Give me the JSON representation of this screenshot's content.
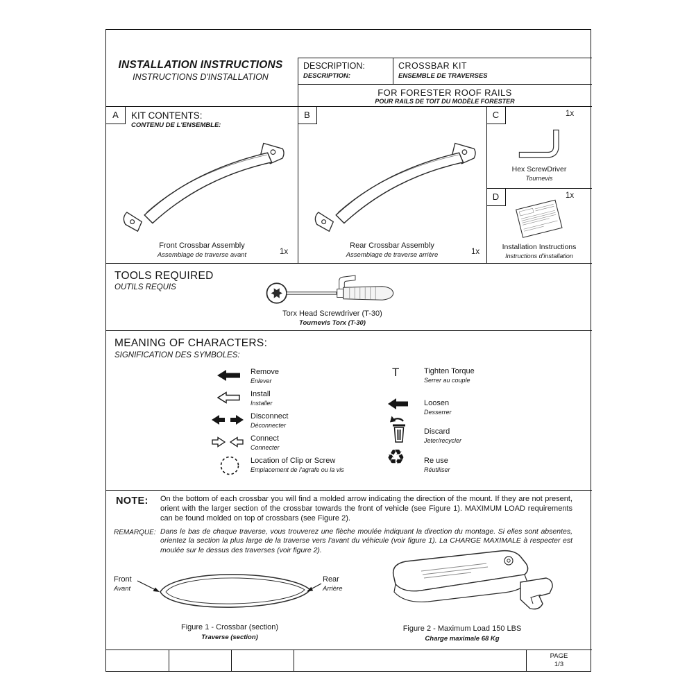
{
  "header": {
    "title_en": "INSTALLATION INSTRUCTIONS",
    "title_fr": "INSTRUCTIONS D'INSTALLATION",
    "description": {
      "label_en": "DESCRIPTION:",
      "label_fr": "DESCRIPTION:",
      "value_en": "CROSSBAR KIT",
      "value_fr": "ENSEMBLE DE TRAVERSES",
      "model_en": "FOR FORESTER ROOF RAILS",
      "model_fr": "POUR RAILS DE TOIT DU MODÈLE FORESTER"
    }
  },
  "kit_contents": {
    "heading_en": "KIT CONTENTS:",
    "heading_fr": "CONTENU DE L'ENSEMBLE:",
    "sections": [
      {
        "id": "A",
        "icon": "front-crossbar-image",
        "name_en": "Front Crossbar Assembly",
        "name_fr": "Assemblage de traverse avant",
        "qty": "1x"
      },
      {
        "id": "B",
        "icon": "rear-crossbar-image",
        "name_en": "Rear Crossbar Assembly",
        "name_fr": "Assemblage de traverse arrière",
        "qty": "1x"
      },
      {
        "id": "C",
        "icon": "hex-key-icon",
        "name_en": "Hex ScrewDriver",
        "name_fr": "Tournevis",
        "qty": "1x"
      },
      {
        "id": "D",
        "icon": "instructions-sheet-icon",
        "name_en": "Installation Instructions",
        "name_fr": "Instructions d'installation",
        "qty": "1x"
      }
    ]
  },
  "tools": {
    "heading_en": "TOOLS REQUIRED",
    "heading_fr": "OUTILS REQUIS",
    "icon": "torx-screwdriver-image",
    "tool_en": "Torx Head Screwdriver (T-30)",
    "tool_fr": "Tournevis Torx (T-30)"
  },
  "symbols": {
    "heading_en": "MEANING OF CHARACTERS:",
    "heading_fr": "SIGNIFICATION DES SYMBOLES:",
    "left": [
      {
        "icon": "remove-arrow-icon",
        "label": "Remove",
        "label_fr": "Enlever"
      },
      {
        "icon": "install-arrow-icon",
        "label": "Install",
        "label_fr": "Installer"
      },
      {
        "icon": "disconnect-arrows-icon",
        "label": "Disconnect",
        "label_fr": "Déconnecter"
      },
      {
        "icon": "connect-arrows-icon",
        "label": "Connect",
        "label_fr": "Connecter"
      },
      {
        "icon": "clip-screw-location-icon",
        "label": "Location of Clip or Screw",
        "label_fr": "Emplacement de l'agrafe ou la vis"
      }
    ],
    "right": [
      {
        "icon": "tighten-torque-symbol",
        "glyph": "T",
        "label": "Tighten Torque",
        "label_fr": "Serrer au couple"
      },
      {
        "icon": "loosen-arrow-icon",
        "label": "Loosen",
        "label_fr": "Desserrer"
      },
      {
        "icon": "discard-trash-icon",
        "label": "Discard",
        "label_fr": "Jeter/recycler"
      },
      {
        "icon": "reuse-recycle-icon",
        "glyph": "♻",
        "label": "Re use",
        "label_fr": "Réutiliser"
      }
    ]
  },
  "note": {
    "label_en": "NOTE:",
    "text_en": "On the bottom of each crossbar you will find a molded arrow indicating the direction of the mount. If they are not present, orient with the larger section of the crossbar towards the front of vehicle (see Figure 1). MAXIMUM LOAD requirements can be found molded on top of crossbars (see Figure 2).",
    "label_fr": "REMARQUE:",
    "text_fr": "Dans le bas de chaque traverse, vous trouverez une flèche moulée indiquant la direction du montage. Si elles sont absentes, orientez la section la plus large de la traverse vers l'avant du véhicule (voir figure 1). La CHARGE MAXIMALE à respecter est moulée sur le dessus des traverses (voir figure 2)."
  },
  "figures": {
    "fig1": {
      "icon": "crossbar-section-outline",
      "front_en": "Front",
      "front_fr": "Avant",
      "rear_en": "Rear",
      "rear_fr": "Arrière",
      "caption_en": "Figure 1 - Crossbar (section)",
      "caption_fr": "Traverse (section)"
    },
    "fig2": {
      "icon": "crossbar-end-3d-view",
      "caption_en": "Figure 2 - Maximum Load 150 LBS",
      "caption_fr": "Charge maximale 68 Kg"
    }
  },
  "footer": {
    "page_label": "PAGE",
    "page_number": "1/3"
  }
}
